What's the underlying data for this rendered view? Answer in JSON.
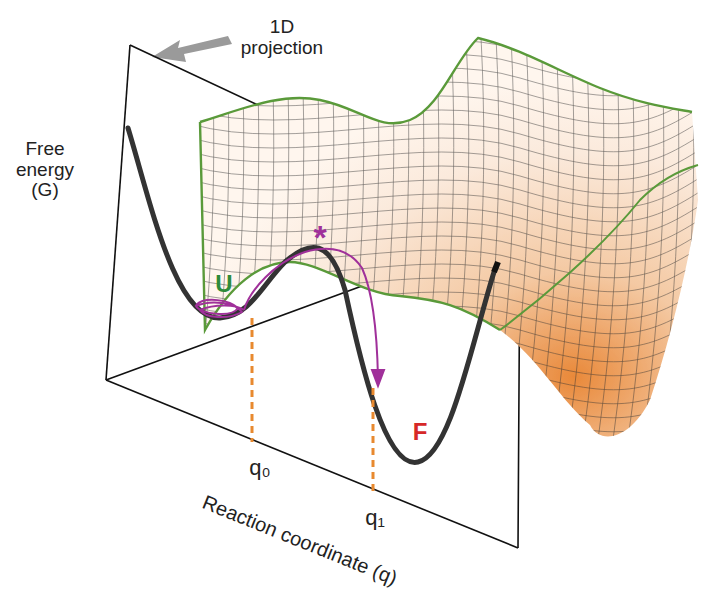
{
  "diagram": {
    "labels": [
      "1D projection",
      "Free energy (G)",
      "U",
      "*",
      "F",
      "q₀",
      "q₁",
      "Reaction coordinate (q)"
    ]
  }
}
